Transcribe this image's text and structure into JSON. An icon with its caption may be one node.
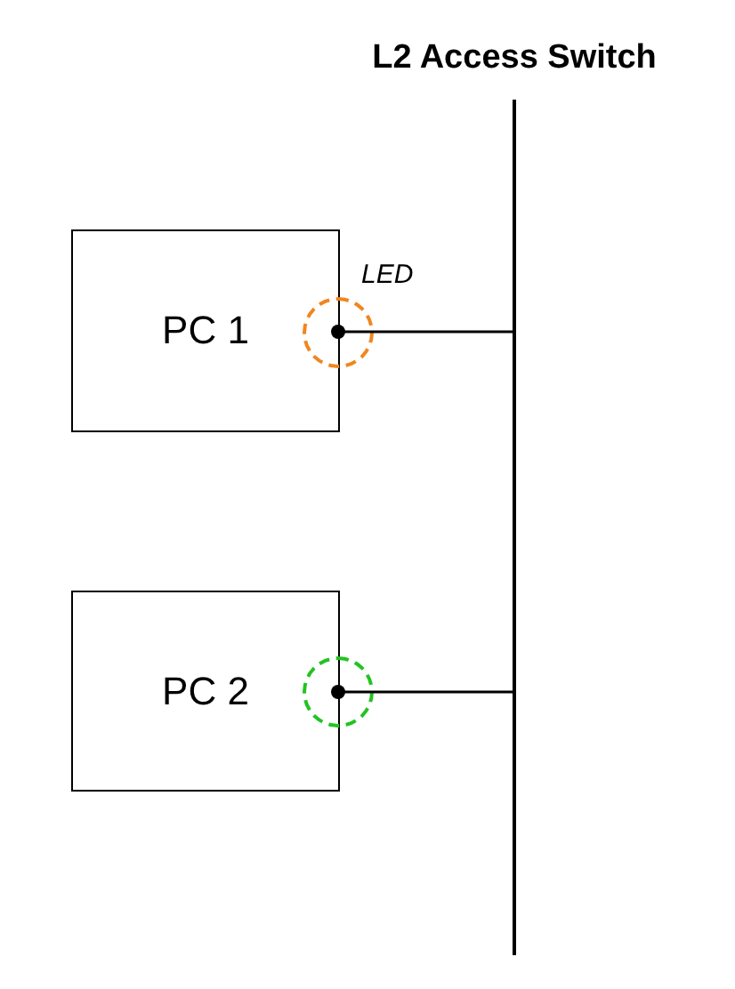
{
  "diagram": {
    "nodes": [
      {
        "text": [
          "L2 Access Switch"
        ]
      },
      {
        "text": [
          "PC 1"
        ]
      },
      {
        "text": [
          "PC 2"
        ]
      }
    ],
    "edges": [
      {
        "from": 1,
        "to": 0,
        "arrow": "other"
      },
      {
        "from": 2,
        "to": 0,
        "arrow": "other"
      }
    ],
    "labels": [
      "LED"
    ]
  }
}
